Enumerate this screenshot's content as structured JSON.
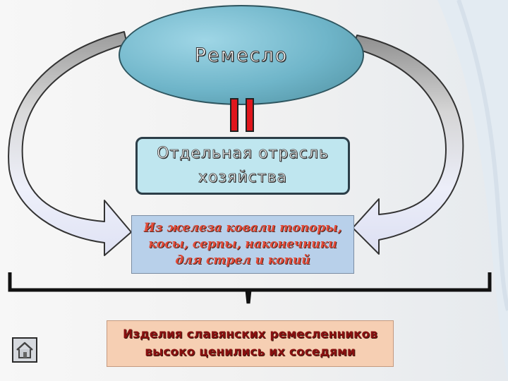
{
  "diagram": {
    "oval_label": "Ремесло",
    "equals_symbol": "=",
    "sector_lines": [
      "Отдельная отрасль",
      "хозяйства"
    ],
    "iron_lines": [
      "Из железа ковали топоры,",
      "косы, серпы, наконечники",
      "для стрел и копий"
    ],
    "products_lines": [
      "Изделия славянских ремесленников",
      "высоко ценились их соседями"
    ]
  },
  "colors": {
    "oval_fill": "#6fb5c9",
    "equals_red": "#e0161c",
    "sector_fill": "#bfe6ef",
    "iron_fill": "#b8d0ea",
    "iron_text": "#e34b38",
    "products_fill": "#f6cfb3",
    "products_text": "#8a1010"
  },
  "navigation": {
    "home_icon": "home-icon"
  }
}
